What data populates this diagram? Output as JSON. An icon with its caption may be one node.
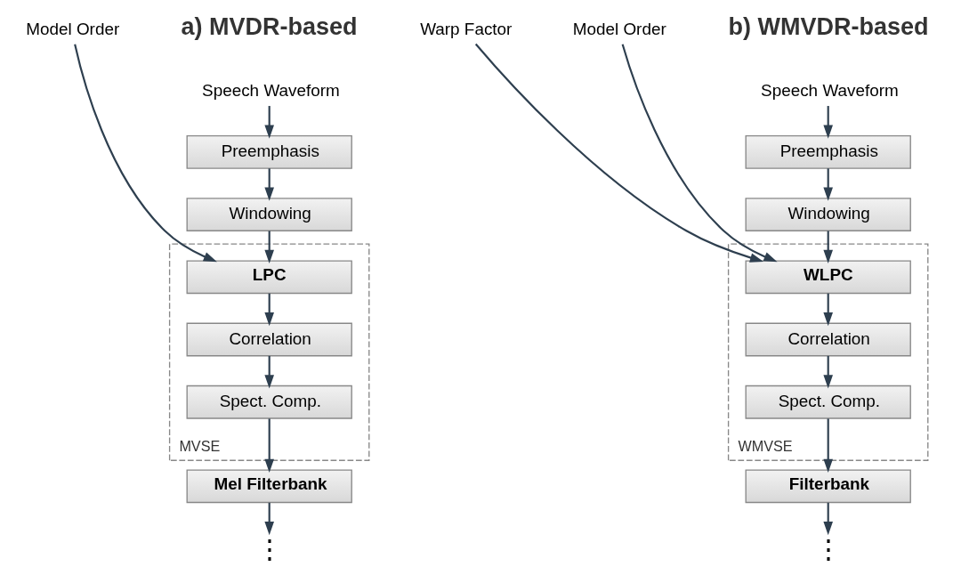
{
  "diagram": {
    "nodes": [
      {
        "text": [
          "Speech Waveform"
        ]
      },
      {
        "text": [
          "Preemphasis"
        ]
      },
      {
        "text": [
          "Windowing"
        ]
      },
      {
        "text": [
          "MVSE"
        ]
      },
      {
        "text": [
          "LPC"
        ],
        "in": 3
      },
      {
        "text": [
          "Correlation"
        ],
        "in": 3
      },
      {
        "text": [
          "Spect. Comp."
        ],
        "in": 3
      },
      {
        "text": [
          "Mel Filterbank"
        ]
      },
      {
        "text": [
          "Model Order"
        ]
      },
      {
        "text": [
          "⋮"
        ]
      },
      {
        "text": [
          "Speech Waveform"
        ]
      },
      {
        "text": [
          "Preemphasis"
        ]
      },
      {
        "text": [
          "Windowing"
        ]
      },
      {
        "text": [
          "WMVSE"
        ]
      },
      {
        "text": [
          "WLPC"
        ],
        "in": 13
      },
      {
        "text": [
          "Correlation"
        ],
        "in": 13
      },
      {
        "text": [
          "Spect. Comp."
        ],
        "in": 13
      },
      {
        "text": [
          "Filterbank"
        ]
      },
      {
        "text": [
          "Warp Factor"
        ]
      },
      {
        "text": [
          "Model Order"
        ]
      },
      {
        "text": [
          "⋮"
        ]
      }
    ],
    "edges": [
      {
        "from": 0,
        "to": 1,
        "arrow": "to"
      },
      {
        "from": 1,
        "to": 2,
        "arrow": "to"
      },
      {
        "from": 2,
        "to": 4,
        "arrow": "to"
      },
      {
        "from": 4,
        "to": 5,
        "arrow": "to"
      },
      {
        "from": 5,
        "to": 6,
        "arrow": "to"
      },
      {
        "from": 6,
        "to": 7,
        "arrow": "to"
      },
      {
        "from": 7,
        "to": 9,
        "arrow": "to"
      },
      {
        "from": 8,
        "to": 4,
        "arrow": "to"
      },
      {
        "from": 10,
        "to": 11,
        "arrow": "to"
      },
      {
        "from": 11,
        "to": 12,
        "arrow": "to"
      },
      {
        "from": 12,
        "to": 14,
        "arrow": "to"
      },
      {
        "from": 14,
        "to": 15,
        "arrow": "to"
      },
      {
        "from": 15,
        "to": 16,
        "arrow": "to"
      },
      {
        "from": 16,
        "to": 17,
        "arrow": "to"
      },
      {
        "from": 17,
        "to": 20,
        "arrow": "to"
      },
      {
        "from": 18,
        "to": 14,
        "arrow": "to"
      },
      {
        "from": 19,
        "to": 14,
        "arrow": "to"
      }
    ],
    "labels": [
      "a) MVDR-based",
      "b) WMVDR-based"
    ]
  }
}
